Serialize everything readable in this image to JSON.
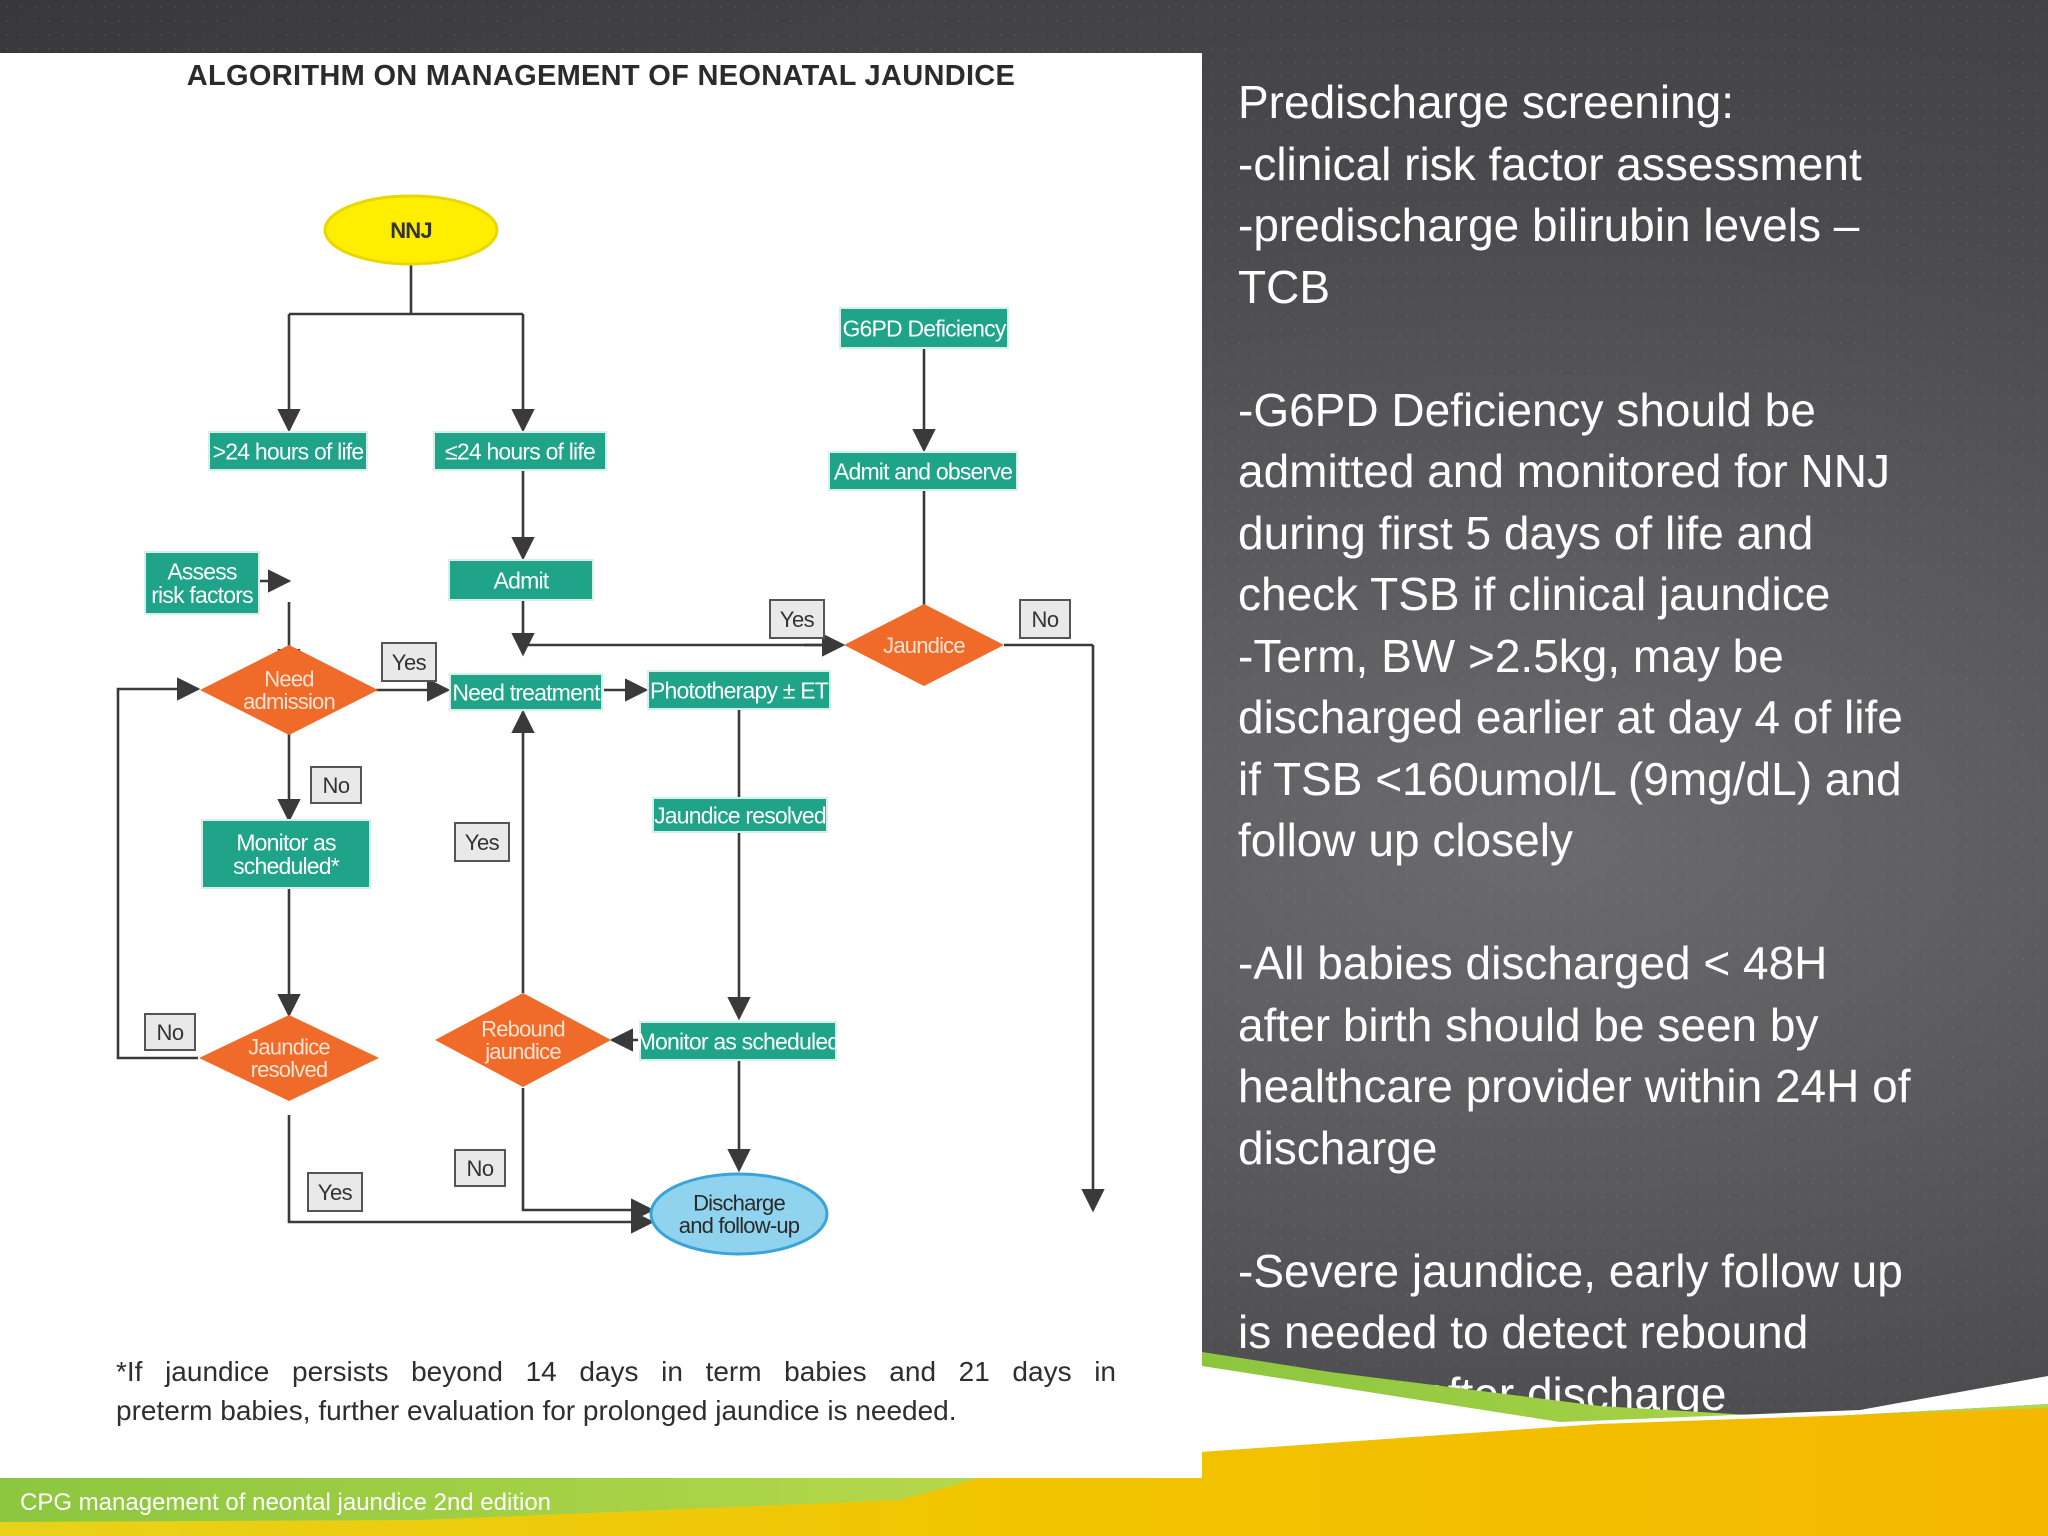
{
  "figure": {
    "title": "ALGORITHM ON MANAGEMENT OF NEONATAL JAUNDICE",
    "footnote_lines": [
      "*If jaundice persists beyond 14 days in term babies and 21 days in",
      "preterm babies, further evaluation for prolonged jaundice is needed."
    ]
  },
  "flowchart": {
    "nodes": {
      "nnj": [
        "NNJ"
      ],
      "gt24": [
        ">24 hours of life"
      ],
      "le24": [
        "≤24 hours of life"
      ],
      "g6pd": [
        "G6PD Deficiency"
      ],
      "admit_observe": [
        "Admit and observe"
      ],
      "assess": [
        "Assess",
        "risk factors"
      ],
      "admit": [
        "Admit"
      ],
      "need_admission": [
        "Need",
        "admission"
      ],
      "need_treatment": [
        "Need treatment"
      ],
      "phototherapy": [
        "Phototherapy ± ET"
      ],
      "jaundice": [
        "Jaundice"
      ],
      "jaundice_resolved_box": [
        "Jaundice resolved"
      ],
      "monitor_scheduled_star": [
        "Monitor as",
        "scheduled*"
      ],
      "jaundice_resolved_dec": [
        "Jaundice",
        "resolved"
      ],
      "rebound": [
        "Rebound",
        "jaundice"
      ],
      "monitor_scheduled": [
        "Monitor as scheduled"
      ],
      "discharge": [
        "Discharge",
        "and follow-up"
      ]
    },
    "labels": {
      "yes_need_admission": "Yes",
      "no_need_admission": "No",
      "yes_jaundice": "Yes",
      "no_jaundice": "No",
      "yes_rebound": "Yes",
      "no_rebound": "No",
      "no_resolved": "No",
      "yes_resolved": "Yes"
    },
    "colors": {
      "process": "#1fa489",
      "decision": "#f06a2a",
      "terminal_start": "#ffee00",
      "terminal_end": "#8fd3ef",
      "line": "#3a3a3a"
    }
  },
  "notes": [
    [
      "Predischarge screening:",
      "-clinical risk factor assessment",
      "-predischarge bilirubin levels –",
      "TCB"
    ],
    [
      "-G6PD Deficiency should be",
      "admitted and monitored for NNJ",
      "during first 5 days of life and",
      "check TSB if clinical jaundice",
      "-Term, BW >2.5kg, may be",
      "discharged earlier at day 4 of life",
      "if TSB <160umol/L (9mg/dL) and",
      "follow up closely"
    ],
    [
      "-All babies discharged < 48H",
      "after birth should be seen by",
      "healthcare provider within 24H of",
      "discharge"
    ],
    [
      "-Severe jaundice, early follow up",
      "is needed to detect rebound",
      "jaundice after discharge"
    ]
  ],
  "footer": {
    "caption": "CPG management of neontal jaundice 2nd edition"
  },
  "theme": {
    "green": "#8cc63f",
    "yellow": "#f5c400",
    "slide_dark": "#4a4a4c"
  }
}
